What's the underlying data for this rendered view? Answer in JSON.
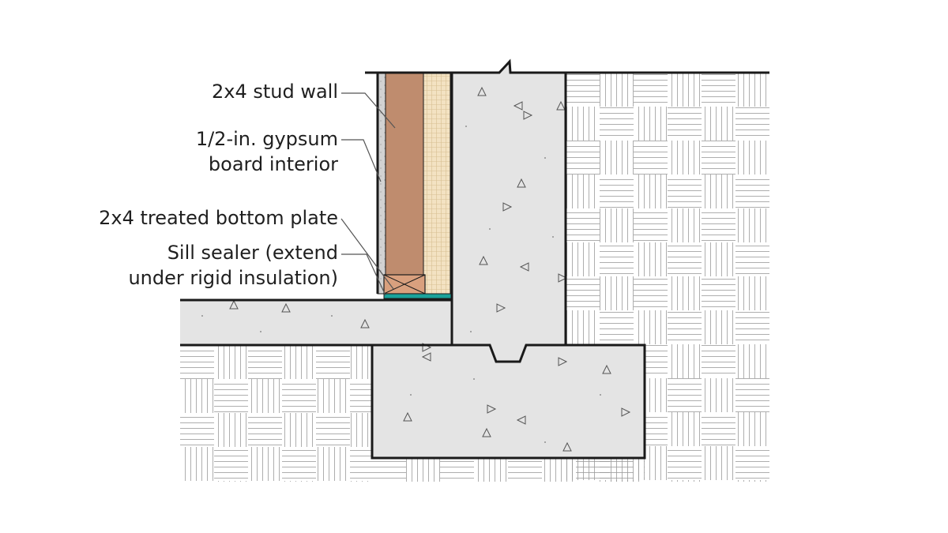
{
  "labels": {
    "stud_wall": "2x4 stud wall",
    "gypsum_line1": "1/2-in. gypsum",
    "gypsum_line2": "board interior",
    "bottom_plate": "2x4 treated bottom plate",
    "sill_line1": "Sill sealer (extend",
    "sill_line2": "under rigid insulation)"
  },
  "colors": {
    "concrete": "#e4e4e4",
    "soil_lines": "#9a9a9a",
    "stud": "#bf8c6e",
    "bottom_plate": "#d9a07e",
    "rigid_insulation": "#f3e2c2",
    "gypsum": "#d2d2d2",
    "sill_sealer": "#1aa29a",
    "outline": "#1a1a1a",
    "leader": "#555555"
  }
}
